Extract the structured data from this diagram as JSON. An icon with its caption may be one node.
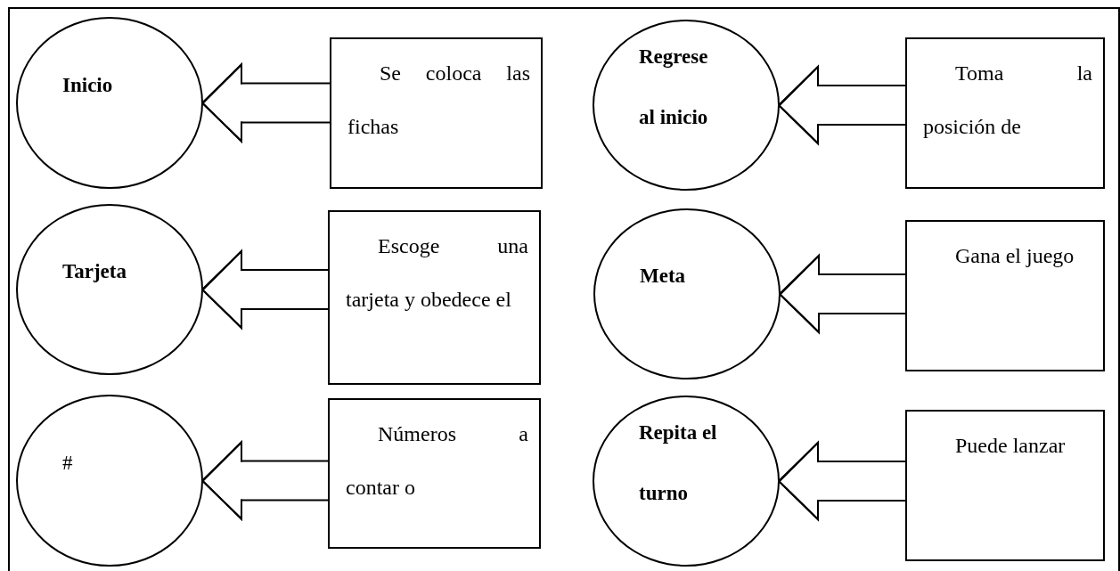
{
  "diagram": {
    "nodes": [
      {
        "text": [
          "Inicio"
        ]
      },
      {
        "text": [
          "Se coloca las fichas"
        ]
      },
      {
        "text": [
          "Regrese al inicio"
        ]
      },
      {
        "text": [
          "Toma la posición de"
        ]
      },
      {
        "text": [
          "Tarjeta"
        ]
      },
      {
        "text": [
          "Escoge una tarjeta y obedece el"
        ]
      },
      {
        "text": [
          "Meta"
        ]
      },
      {
        "text": [
          "Gana el juego"
        ]
      },
      {
        "text": [
          "#"
        ]
      },
      {
        "text": [
          "Números a contar o"
        ]
      },
      {
        "text": [
          "Repita el turno"
        ]
      },
      {
        "text": [
          "Puede lanzar"
        ]
      }
    ],
    "edges": [
      {
        "from": 1,
        "to": 0,
        "arrow": "to"
      },
      {
        "from": 3,
        "to": 2,
        "arrow": "to"
      },
      {
        "from": 5,
        "to": 4,
        "arrow": "to"
      },
      {
        "from": 7,
        "to": 6,
        "arrow": "to"
      },
      {
        "from": 9,
        "to": 8,
        "arrow": "to"
      },
      {
        "from": 11,
        "to": 10,
        "arrow": "to"
      }
    ]
  }
}
